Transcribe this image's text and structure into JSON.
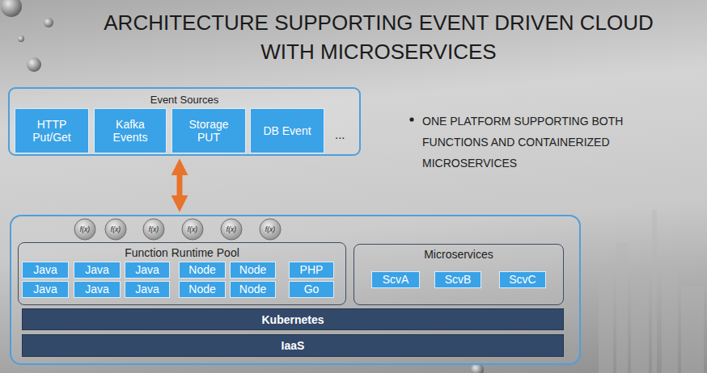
{
  "diagram": {
    "title": "ARCHITECTURE SUPPORTING EVENT DRIVEN CLOUD WITH MICROSERVICES",
    "nodes": [
      {
        "text": [
          "Event Sources"
        ]
      },
      {
        "text": [
          "HTTP Put/Get"
        ],
        "in": 0
      },
      {
        "text": [
          "Kafka Events"
        ],
        "in": 0
      },
      {
        "text": [
          "Storage PUT"
        ],
        "in": 0
      },
      {
        "text": [
          "DB Event"
        ],
        "in": 0
      },
      {
        "text": []
      },
      {
        "text": [
          "f(x)"
        ],
        "in": 5
      },
      {
        "text": [
          "f(x)"
        ],
        "in": 5
      },
      {
        "text": [
          "f(x)"
        ],
        "in": 5
      },
      {
        "text": [
          "f(x)"
        ],
        "in": 5
      },
      {
        "text": [
          "f(x)"
        ],
        "in": 5
      },
      {
        "text": [
          "f(x)"
        ],
        "in": 5
      },
      {
        "text": [
          "Function Runtime Pool"
        ],
        "in": 5
      },
      {
        "text": [
          "Java"
        ],
        "in": 12
      },
      {
        "text": [
          "Java"
        ],
        "in": 12
      },
      {
        "text": [
          "Java"
        ],
        "in": 12
      },
      {
        "text": [
          "Node"
        ],
        "in": 12
      },
      {
        "text": [
          "Node"
        ],
        "in": 12
      },
      {
        "text": [
          "PHP"
        ],
        "in": 12
      },
      {
        "text": [
          "Java"
        ],
        "in": 12
      },
      {
        "text": [
          "Java"
        ],
        "in": 12
      },
      {
        "text": [
          "Java"
        ],
        "in": 12
      },
      {
        "text": [
          "Node"
        ],
        "in": 12
      },
      {
        "text": [
          "Node"
        ],
        "in": 12
      },
      {
        "text": [
          "Go"
        ],
        "in": 12
      },
      {
        "text": [
          "Microservices"
        ],
        "in": 5
      },
      {
        "text": [
          "ScvA"
        ],
        "in": 25
      },
      {
        "text": [
          "ScvB"
        ],
        "in": 25
      },
      {
        "text": [
          "ScvC"
        ],
        "in": 25
      },
      {
        "text": [
          "Kubernetes"
        ],
        "in": 5
      },
      {
        "text": [
          "IaaS"
        ],
        "in": 5
      }
    ],
    "edges": [
      {
        "from": 0,
        "to": 5,
        "arrow": "both"
      }
    ],
    "labels": [
      "...",
      "ONE PLATFORM SUPPORTING BOTH FUNCTIONS AND CONTAINERIZED MICROSERVICES"
    ]
  }
}
